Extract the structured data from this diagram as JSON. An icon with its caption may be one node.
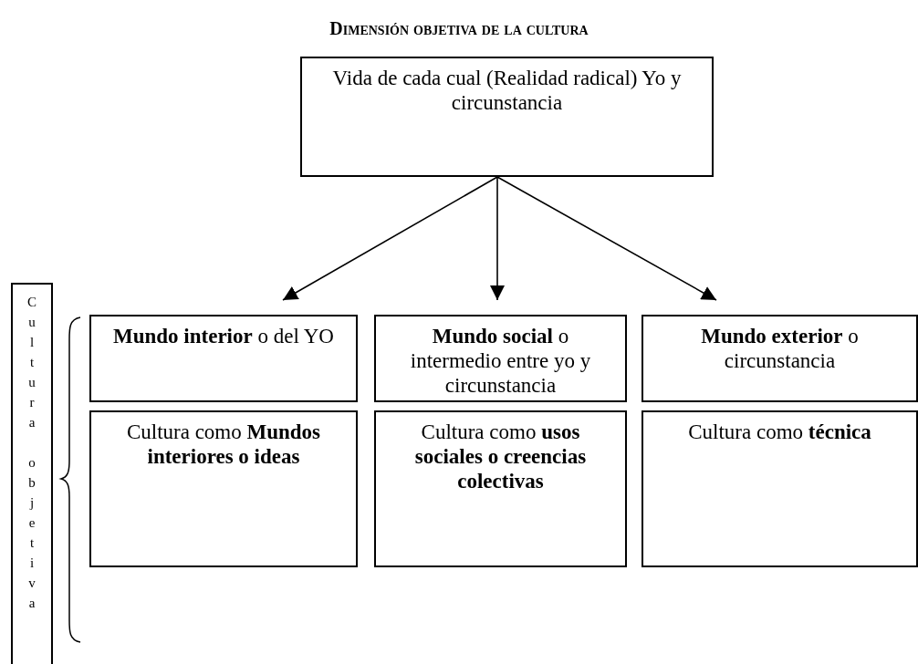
{
  "diagram": {
    "title": "Dimensión objetiva de la cultura",
    "nodes": [
      {
        "text": [
          "Vida de cada cual (Realidad radical) Yo y circunstancia"
        ]
      },
      {
        "text": [
          "**Mundo interior** o del YO"
        ]
      },
      {
        "text": [
          "**Mundo social** o intermedio entre yo y circunstancia"
        ]
      },
      {
        "text": [
          "**Mundo exterior** o circunstancia"
        ]
      },
      {
        "text": [
          "Cultura como **Mundos interiores o ideas**"
        ]
      },
      {
        "text": [
          "Cultura como **usos sociales o creencias colectivas**"
        ]
      },
      {
        "text": [
          "Cultura como **técnica**"
        ]
      },
      {
        "text": [
          "Cultura objetiva"
        ]
      }
    ],
    "edges": [
      {
        "from": 0,
        "to": 1,
        "arrow": "to"
      },
      {
        "from": 0,
        "to": 2,
        "arrow": "to"
      },
      {
        "from": 0,
        "to": 3,
        "arrow": "to"
      }
    ]
  }
}
